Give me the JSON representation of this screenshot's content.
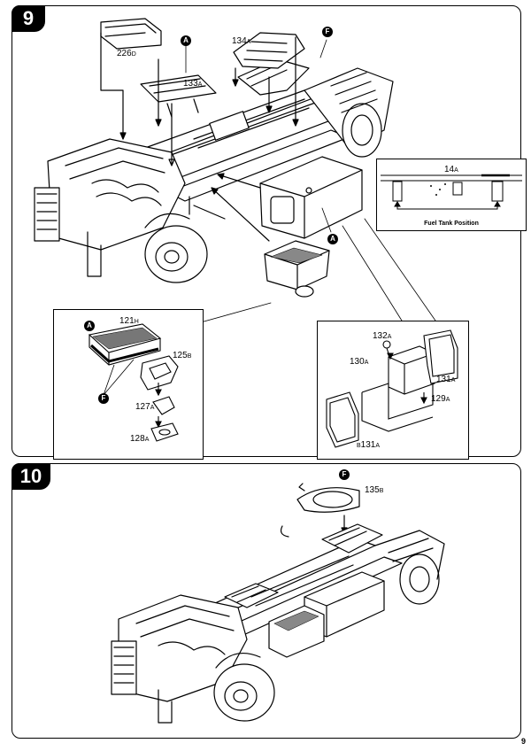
{
  "page": {
    "number": "9"
  },
  "step9": {
    "number": "9",
    "parts": {
      "p226": {
        "num": "226",
        "suf": "D"
      },
      "p133": {
        "num": "133",
        "suf": "A"
      },
      "p134": {
        "num": "134",
        "suf": "A"
      },
      "p14": {
        "num": "14",
        "suf": "A"
      },
      "p121": {
        "num": "121",
        "suf": "H"
      },
      "p125": {
        "num": "125",
        "suf": "B"
      },
      "p127": {
        "num": "127",
        "suf": "A"
      },
      "p128": {
        "num": "128",
        "suf": "A"
      },
      "p132": {
        "num": "132",
        "suf": "A"
      },
      "p130": {
        "num": "130",
        "suf": "A"
      },
      "p131": {
        "num": "131",
        "suf": "A"
      },
      "p129": {
        "num": "129",
        "suf": "A"
      },
      "pb131": {
        "pre": "B",
        "num": "131",
        "suf": "A"
      }
    },
    "markers": {
      "a": "A",
      "f": "F"
    },
    "fuel_tank_position": "Fuel Tank Position"
  },
  "step10": {
    "number": "10",
    "parts": {
      "p135": {
        "num": "135",
        "suf": "B"
      }
    },
    "markers": {
      "f": "F"
    }
  },
  "colors": {
    "ink": "#000000",
    "paper": "#ffffff"
  }
}
